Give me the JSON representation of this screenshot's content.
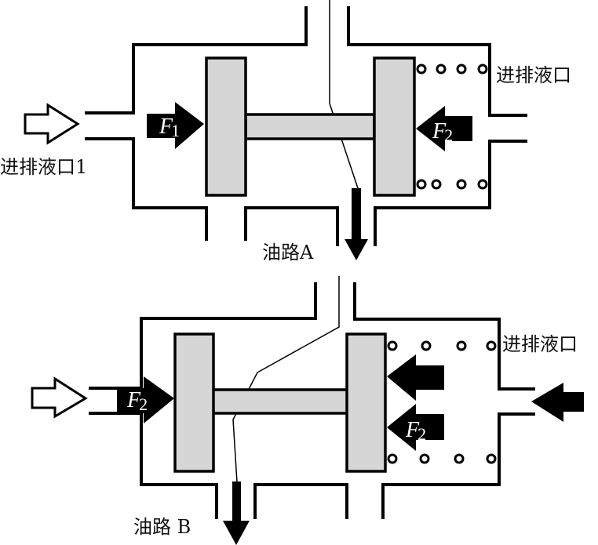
{
  "diagram": {
    "top_valve": {
      "inlet_label": "进排液口1",
      "right_port_label": "进排液口",
      "force_left": {
        "symbol": "F",
        "subscript": "1"
      },
      "force_right": {
        "symbol": "F",
        "subscript": "2"
      },
      "outlet_label": "油路A"
    },
    "bottom_valve": {
      "right_port_label": "进排液口",
      "force_left": {
        "symbol": "F",
        "subscript": "2"
      },
      "force_right": {
        "symbol": "F",
        "subscript": "2"
      },
      "outlet_label": "油路 B"
    }
  }
}
